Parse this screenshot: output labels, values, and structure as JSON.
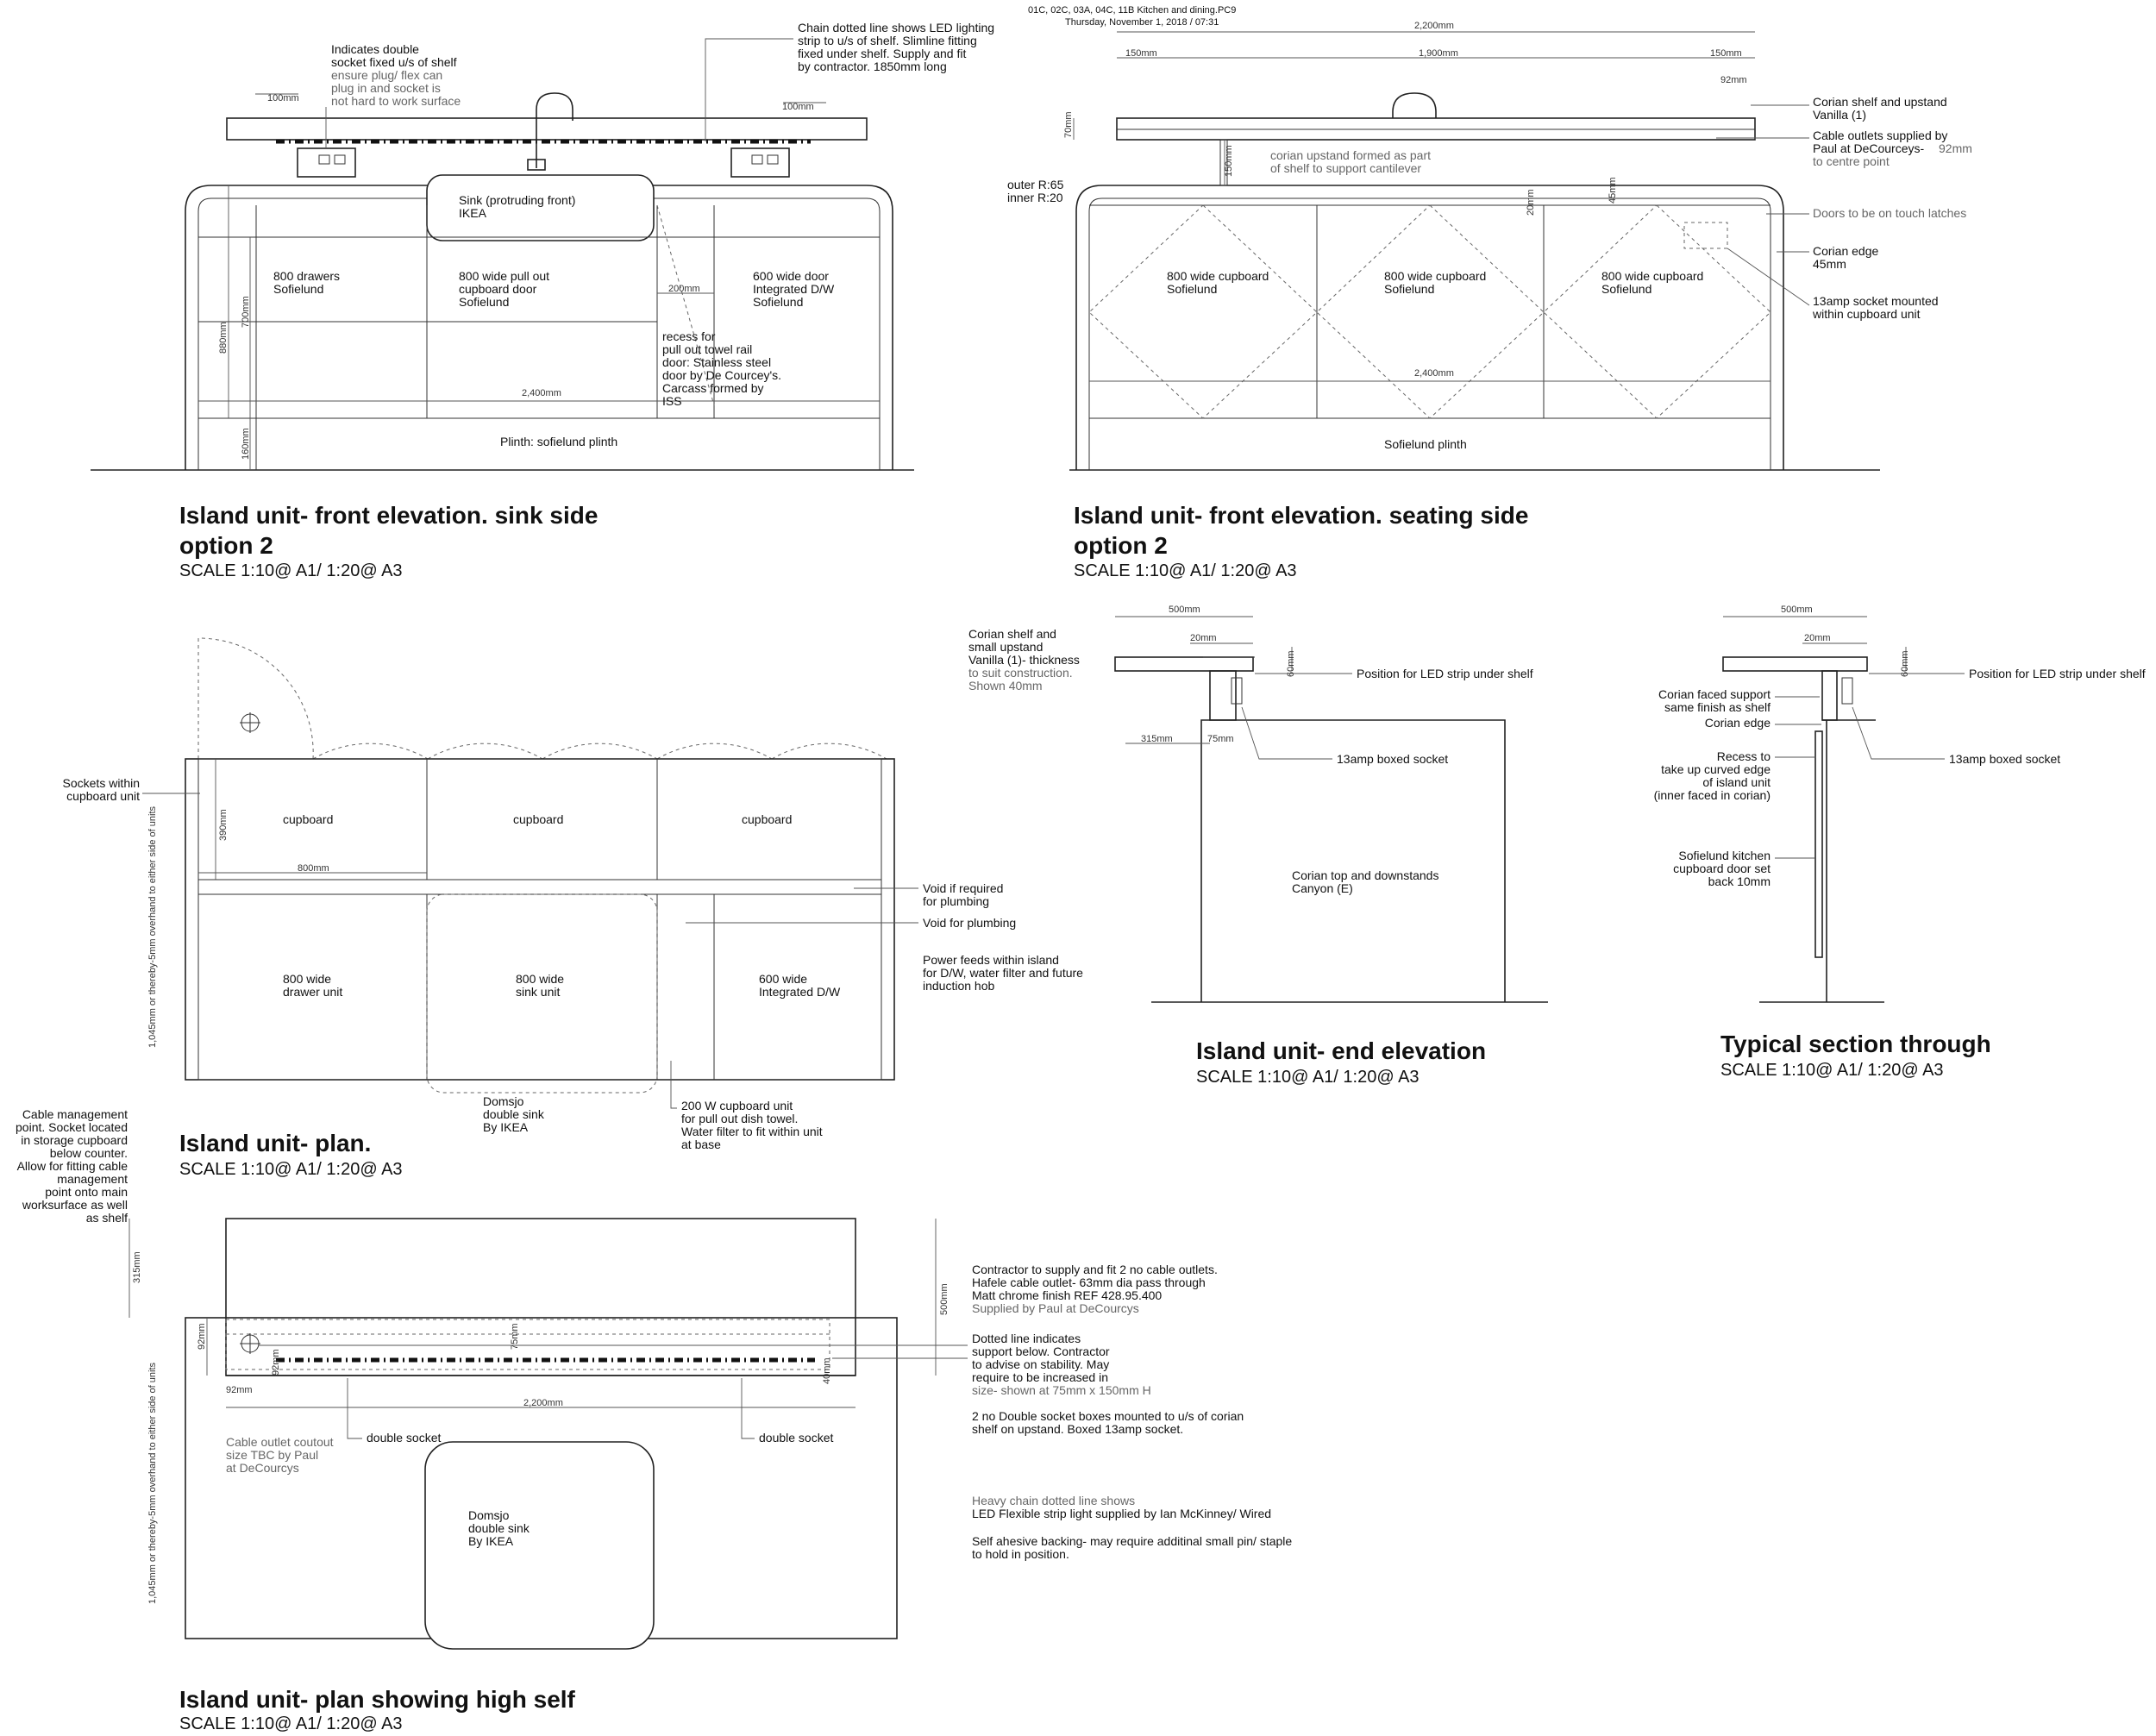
{
  "header": {
    "file": "01C, 02C, 03A, 04C, 11B Kitchen and dining.PC9",
    "date": "Thursday, November 1, 2018 / 07:31"
  },
  "views": {
    "sink": {
      "title_line1": "Island unit- front elevation. sink side",
      "title_line2": "option 2",
      "scale": "SCALE 1:10@ A1/ 1:20@ A3",
      "dim_overhang_l": "100mm",
      "dim_overhang_r": "100mm",
      "dim_880": "880mm",
      "dim_700": "700mm",
      "dim_160": "160mm",
      "dim_200": "200mm",
      "dim_2400": "2,400mm",
      "lbl_sink": [
        "Sink (protruding front)",
        "IKEA"
      ],
      "lbl_drawers": [
        "800 drawers",
        "Sofielund"
      ],
      "lbl_pullout": [
        "800 wide pull out",
        "cupboard door",
        "Sofielund"
      ],
      "lbl_dw": [
        "600 wide door",
        "Integrated D/W",
        "Sofielund"
      ],
      "lbl_recess": [
        "recess for",
        "pull out towel rail",
        "door: Stainless steel",
        "door by De Courcey's.",
        "Carcass formed by",
        "ISS"
      ],
      "lbl_plinth": "Plinth: sofielund plinth",
      "ann_socket": [
        "Indicates double",
        "socket fixed u/s of shelf",
        "ensure plug/ flex can",
        "plug in and socket is",
        "not hard to work surface"
      ],
      "ann_led": [
        "Chain dotted line shows LED lighting",
        "strip to u/s of shelf. Slimline fitting",
        "fixed under shelf. Supply and fit",
        "by contractor. 1850mm long"
      ]
    },
    "seating": {
      "title_line1": "Island unit- front elevation. seating side",
      "title_line2": "option 2",
      "scale": "SCALE 1:10@ A1/ 1:20@ A3",
      "dim_2200": "2,200mm",
      "dim_150_l": "150mm",
      "dim_1900": "1,900mm",
      "dim_150_r": "150mm",
      "dim_92": "92mm",
      "dim_70": "70mm",
      "dim_150_v": "150mm",
      "dim_20": "20mm",
      "dim_45": "45mm",
      "dim_2400": "2,400mm",
      "lbl_radius": [
        "outer R:65",
        "inner R:20"
      ],
      "lbl_upstand": [
        "corian upstand formed as part",
        "of shelf to support cantilever"
      ],
      "lbl_cup1": [
        "800 wide cupboard",
        "Sofielund"
      ],
      "lbl_cup2": [
        "800 wide cupboard",
        "Sofielund"
      ],
      "lbl_cup3": [
        "800 wide cupboard",
        "Sofielund"
      ],
      "lbl_plinth": "Sofielund plinth",
      "ann_shelf": [
        "Corian shelf and upstand",
        "Vanilla (1)"
      ],
      "ann_cable": [
        "Cable outlets supplied by",
        "Paul at DeCourceys-",
        "to centre point"
      ],
      "ann_cable_92": "92mm",
      "ann_doors": "Doors to be on touch latches",
      "ann_edge": [
        "Corian edge",
        "45mm"
      ],
      "ann_socket": [
        "13amp socket mounted",
        "within cupboard unit"
      ]
    },
    "plan": {
      "title": "Island unit- plan.",
      "scale": "SCALE 1:10@ A1/ 1:20@ A3",
      "dim_390": "390mm",
      "dim_800": "800mm",
      "dim_side": "1,045mm or thereby-5mm overhand to either side of units",
      "lbl_cup1": "cupboard",
      "lbl_cup2": "cupboard",
      "lbl_cup3": "cupboard",
      "lbl_drawer": [
        "800 wide",
        "drawer unit"
      ],
      "lbl_sink": [
        "800 wide",
        "sink unit"
      ],
      "lbl_dw": [
        "600 wide",
        "Integrated D/W"
      ],
      "lbl_domsjo": [
        "Domsjo",
        "double sink",
        "By IKEA"
      ],
      "ann_sockets": [
        "Sockets within",
        "cupboard unit"
      ],
      "ann_void1": [
        "Void if required",
        "for plumbing"
      ],
      "ann_void2": "Void for plumbing",
      "ann_power": [
        "Power feeds within island",
        "for D/W, water filter and future",
        "induction hob"
      ],
      "ann_200": [
        "200 W cupboard unit",
        "for pull out dish towel.",
        "Water filter to fit within unit",
        "at base"
      ],
      "ann_corian": [
        "Corian shelf and",
        "small upstand",
        "Vanilla (1)- thickness",
        "to suit construction.",
        "Shown 40mm"
      ],
      "ann_cable_mgmt": [
        "Cable management",
        "point. Socket located",
        "in storage cupboard",
        "below counter.",
        "Allow for fitting cable",
        "management",
        "point onto main",
        "worksurface as well",
        "as shelf"
      ]
    },
    "end": {
      "title": "Island unit- end elevation",
      "scale": "SCALE 1:10@ A1/ 1:20@ A3",
      "dim_500": "500mm",
      "dim_20": "20mm",
      "dim_60": "60mm",
      "dim_315": "315mm",
      "dim_75": "75mm",
      "ann_led": "Position for LED strip under shelf",
      "ann_socket": "13amp boxed socket",
      "lbl_top": [
        "Corian top and downstands",
        "Canyon (E)"
      ]
    },
    "section": {
      "title": "Typical section through",
      "scale": "SCALE 1:10@ A1/ 1:20@ A3",
      "dim_500": "500mm",
      "dim_20": "20mm",
      "dim_60": "60mm",
      "ann_led": "Position for LED strip under shelf",
      "ann_support": [
        "Corian faced support",
        "same finish as shelf"
      ],
      "ann_edge": "Corian edge",
      "ann_recess": [
        "Recess to",
        "take up curved edge",
        "of island unit",
        "(inner faced in corian)"
      ],
      "ann_socket": "13amp boxed socket",
      "ann_door": [
        "Sofielund kitchen",
        "cupboard door set",
        "back 10mm"
      ]
    },
    "highplan": {
      "title": "Island unit- plan showing high self",
      "scale": "SCALE 1:10@ A1/ 1:20@ A3",
      "dim_315": "315mm",
      "dim_500": "500mm",
      "dim_92_v": "92mm",
      "dim_92_h": "92mm",
      "dim_75": "75mm",
      "dim_92_c": "92mm",
      "dim_40": "40mm",
      "dim_2200": "2,200mm",
      "dim_side": "1,045mm or thereby-5mm overhand to either side of units",
      "lbl_ds_l": "double socket",
      "lbl_ds_r": "double socket",
      "lbl_cable": [
        "Cable outlet coutout",
        "size TBC by Paul",
        "at DeCourcys"
      ],
      "lbl_domsjo": [
        "Domsjo",
        "double sink",
        "By IKEA"
      ],
      "ann_contractor": [
        "Contractor to supply and fit 2 no cable outlets.",
        "Hafele cable outlet- 63mm dia pass through",
        "Matt chrome finish REF 428.95.400",
        "Supplied by Paul at DeCourcys"
      ],
      "ann_dotted": [
        "Dotted line indicates",
        "support below. Contractor",
        "to advise on stability. May",
        "require to be increased in",
        "size- shown at 75mm x 150mm H"
      ],
      "ann_boxes": [
        "2 no Double socket  boxes mounted to u/s of corian",
        "shelf on upstand. Boxed 13amp socket."
      ],
      "ann_chain": [
        "Heavy chain dotted line shows",
        "LED Flexible strip light supplied by Ian McKinney/ Wired"
      ],
      "ann_adhesive": [
        "Self ahesive backing- may require additinal small pin/ staple",
        "to hold in position."
      ]
    }
  }
}
